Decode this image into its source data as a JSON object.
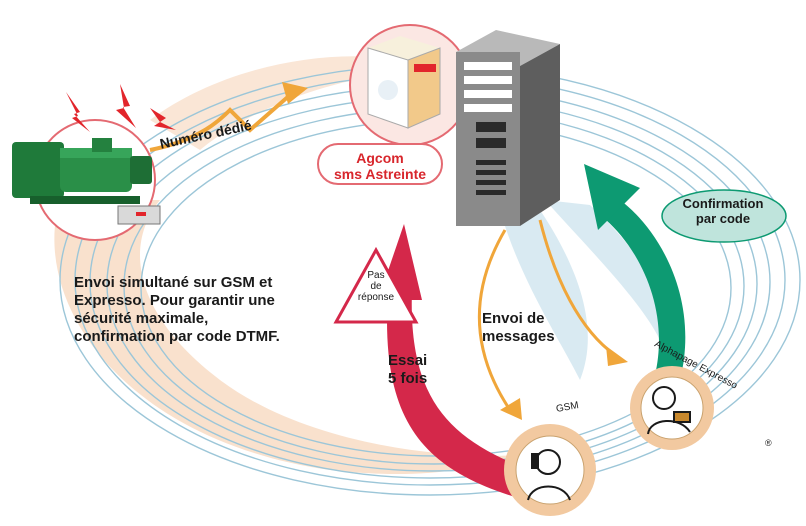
{
  "labels": {
    "numero_dedie": "Numéro dédié",
    "agcom_line1": "Agcom",
    "agcom_line2": "sms Astreinte",
    "envoi_simultane_lines": [
      "Envoi simultané sur GSM et",
      "Expresso. Pour garantir une",
      "sécurité maximale,",
      "confirmation par code DTMF."
    ],
    "envoi_messages_lines": [
      "Envoi de",
      "messages"
    ],
    "essai_lines": [
      "Essai",
      "5 fois"
    ],
    "pas_de_reponse_lines": [
      "Pas",
      "de",
      "réponse"
    ],
    "confirmation_lines": [
      "Confirmation",
      "par code"
    ],
    "gsm": "GSM",
    "alphapage": "Alphapage Expresso",
    "registered": "®"
  },
  "colors": {
    "orange_arrow": "#f0a63a",
    "red_arrow": "#d4284a",
    "green_arrow": "#0d9a72",
    "rings": "#9cc6d8",
    "peach_fill": "#f8dcc4",
    "label_red": "#d8262c",
    "server_gray": "#6f6f6f",
    "pump_green": "#1f7a3a",
    "ellipse_teal": "#bfe4dc"
  },
  "icons": [
    "alarm-lightning-icon",
    "pump-icon",
    "server-tower-icon",
    "software-box-icon",
    "person-phone-icon",
    "person-pager-icon"
  ]
}
